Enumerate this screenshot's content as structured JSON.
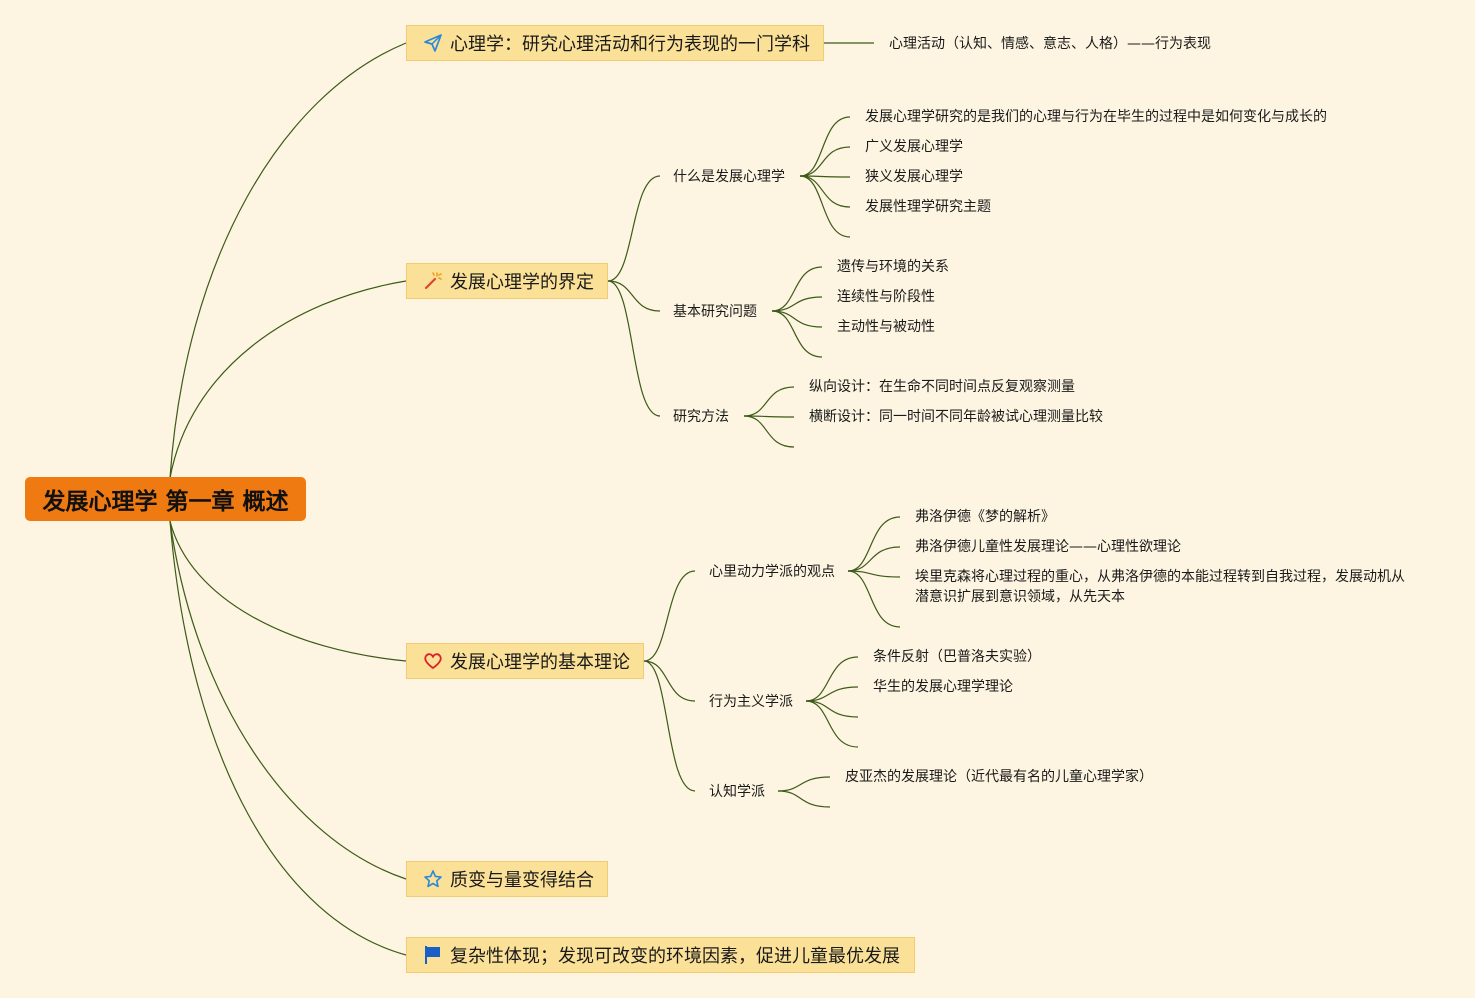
{
  "root": {
    "title": "发展心理学 第一章 概述"
  },
  "branches": [
    {
      "label": "心理学：研究心理活动和行为表现的一门学科",
      "icon": "paper-plane-icon",
      "note": "心理活动（认知、情感、意志、人格）——行为表现"
    },
    {
      "label": "发展心理学的界定",
      "icon": "magic-wand-icon",
      "children": [
        {
          "label": "什么是发展心理学",
          "items": [
            "发展心理学研究的是我们的心理与行为在毕生的过程中是如何变化与成长的",
            "广义发展心理学",
            "狭义发展心理学",
            "发展性理学研究主题"
          ]
        },
        {
          "label": "基本研究问题",
          "items": [
            "遗传与环境的关系",
            "连续性与阶段性",
            "主动性与被动性"
          ]
        },
        {
          "label": "研究方法",
          "items": [
            "纵向设计：在生命不同时间点反复观察测量",
            "横断设计：同一时间不同年龄被试心理测量比较"
          ]
        }
      ]
    },
    {
      "label": "发展心理学的基本理论",
      "icon": "heart-icon",
      "children": [
        {
          "label": "心里动力学派的观点",
          "items": [
            "弗洛伊德《梦的解析》",
            "弗洛伊德儿童性发展理论——心理性欲理论",
            "埃里克森将心理过程的重心，从弗洛伊德的本能过程转到自我过程，发展动机从潜意识扩展到意识领域，从先天本"
          ]
        },
        {
          "label": "行为主义学派",
          "items": [
            "条件反射（巴普洛夫实验）",
            "华生的发展心理学理论"
          ]
        },
        {
          "label": "认知学派",
          "items": [
            "皮亚杰的发展理论（近代最有名的儿童心理学家）"
          ]
        }
      ]
    },
    {
      "label": "质变与量变得结合",
      "icon": "star-icon"
    },
    {
      "label": "复杂性体现；发现可改变的环境因素，促进儿童最优发展",
      "icon": "flag-icon"
    }
  ],
  "colors": {
    "background": "#fdf5e1",
    "root": "#f07a12",
    "branch": "#fbe197",
    "line": "#3d5a18"
  }
}
